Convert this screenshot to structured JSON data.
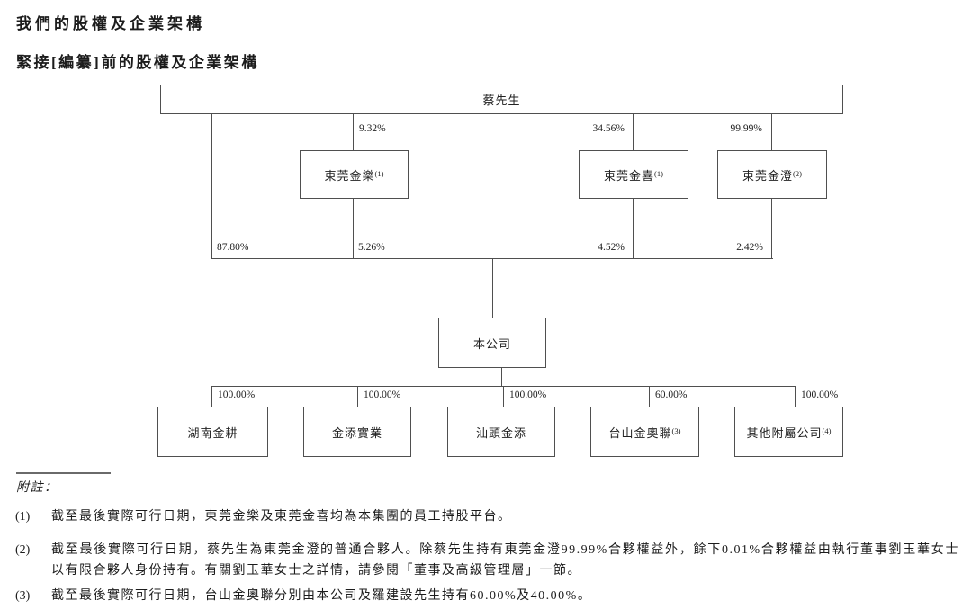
{
  "page": {
    "heading1": "我們的股權及企業架構",
    "heading2": "緊接[編纂]前的股權及企業架構"
  },
  "diagram": {
    "top_entity": {
      "label": "蔡先生"
    },
    "direct_ownership": "87.80%",
    "mid_entities": [
      {
        "label": "東莞金樂",
        "note_ref": "(1)",
        "from_top": "9.32%",
        "to_company": "5.26%"
      },
      {
        "label": "東莞金喜",
        "note_ref": "(1)",
        "from_top": "34.56%",
        "to_company": "4.52%"
      },
      {
        "label": "東莞金澄",
        "note_ref": "(2)",
        "from_top": "99.99%",
        "to_company": "2.42%"
      }
    ],
    "company": {
      "label": "本公司"
    },
    "subsidiaries": [
      {
        "label": "湖南金耕",
        "ownership": "100.00%"
      },
      {
        "label": "金添實業",
        "ownership": "100.00%"
      },
      {
        "label": "汕頭金添",
        "ownership": "100.00%"
      },
      {
        "label": "台山金奧聯",
        "note_ref": "(3)",
        "ownership": "60.00%"
      },
      {
        "label": "其他附屬公司",
        "note_ref": "(4)",
        "ownership": "100.00%"
      }
    ]
  },
  "notes": {
    "heading": "附註：",
    "items": [
      {
        "num": "(1)",
        "text": "截至最後實際可行日期，東莞金樂及東莞金喜均為本集團的員工持股平台。"
      },
      {
        "num": "(2)",
        "text": "截至最後實際可行日期，蔡先生為東莞金澄的普通合夥人。除蔡先生持有東莞金澄99.99%合夥權益外，餘下0.01%合夥權益由執行董事劉玉華女士以有限合夥人身份持有。有關劉玉華女士之詳情，請參閱「董事及高級管理層」一節。"
      },
      {
        "num": "(3)",
        "text": "截至最後實際可行日期，台山金奧聯分別由本公司及羅建設先生持有60.00%及40.00%。"
      }
    ]
  }
}
